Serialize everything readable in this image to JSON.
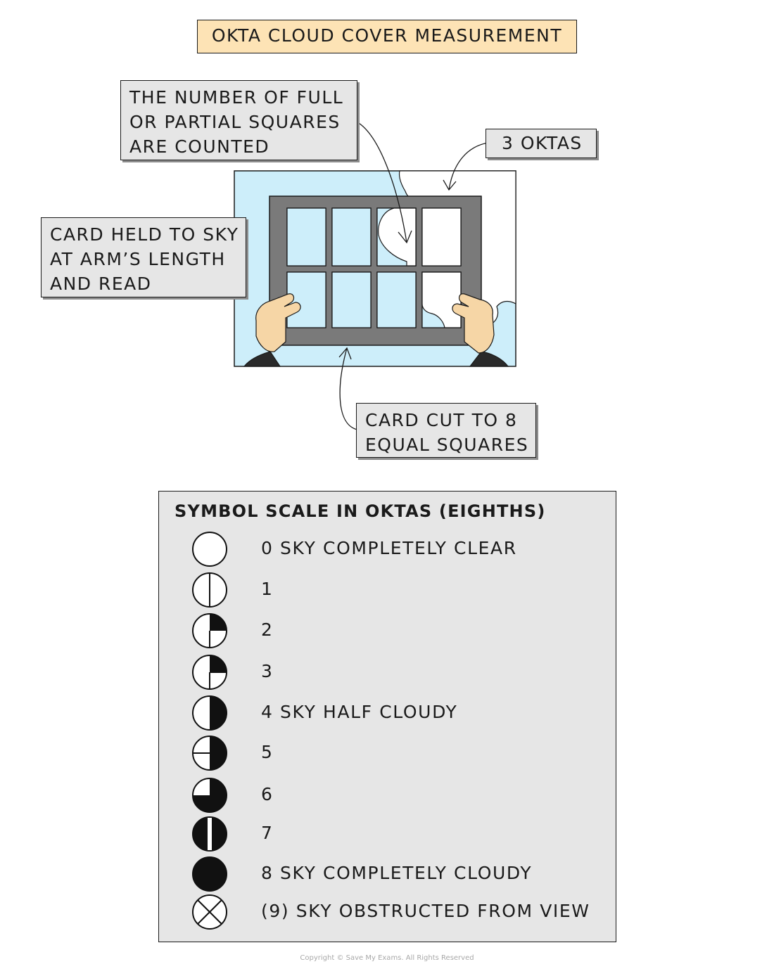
{
  "title": "OKTA CLOUD COVER MEASUREMENT",
  "labels": {
    "squares_counted": [
      "THE NUMBER OF FULL",
      "OR PARTIAL SQUARES",
      "ARE COUNTED"
    ],
    "three_oktas": "3 OKTAS",
    "card_held": [
      "CARD HELD TO SKY",
      "AT ARM’S LENGTH",
      "AND READ"
    ],
    "card_cut": [
      "CARD CUT TO 8",
      "EQUAL SQUARES"
    ]
  },
  "colors": {
    "sky": "#cdeefa",
    "card": "#7a7a7a",
    "title_bg": "#fde3b5",
    "label_bg": "#e6e6e6",
    "skin": "#f6d6a6",
    "sleeve": "#2a2a2a"
  },
  "card_squares": [
    {
      "row": 1,
      "col": 1,
      "cloud": "none"
    },
    {
      "row": 1,
      "col": 2,
      "cloud": "none"
    },
    {
      "row": 1,
      "col": 3,
      "cloud": "partial"
    },
    {
      "row": 1,
      "col": 4,
      "cloud": "full"
    },
    {
      "row": 2,
      "col": 1,
      "cloud": "none"
    },
    {
      "row": 2,
      "col": 2,
      "cloud": "none"
    },
    {
      "row": 2,
      "col": 3,
      "cloud": "none"
    },
    {
      "row": 2,
      "col": 4,
      "cloud": "partial"
    }
  ],
  "legend": {
    "title": "SYMBOL SCALE IN OKTAS (EIGHTHS)",
    "items": [
      {
        "okta": 0,
        "text": "0 SKY COMPLETELY CLEAR"
      },
      {
        "okta": 1,
        "text": "1"
      },
      {
        "okta": 2,
        "text": "2"
      },
      {
        "okta": 3,
        "text": "3"
      },
      {
        "okta": 4,
        "text": "4 SKY HALF CLOUDY"
      },
      {
        "okta": 5,
        "text": "5"
      },
      {
        "okta": 6,
        "text": "6"
      },
      {
        "okta": 7,
        "text": "7"
      },
      {
        "okta": 8,
        "text": "8 SKY COMPLETELY CLOUDY"
      },
      {
        "okta": 9,
        "text": "(9) SKY OBSTRUCTED FROM VIEW"
      }
    ]
  },
  "copyright": "Copyright © Save My Exams. All Rights Reserved"
}
